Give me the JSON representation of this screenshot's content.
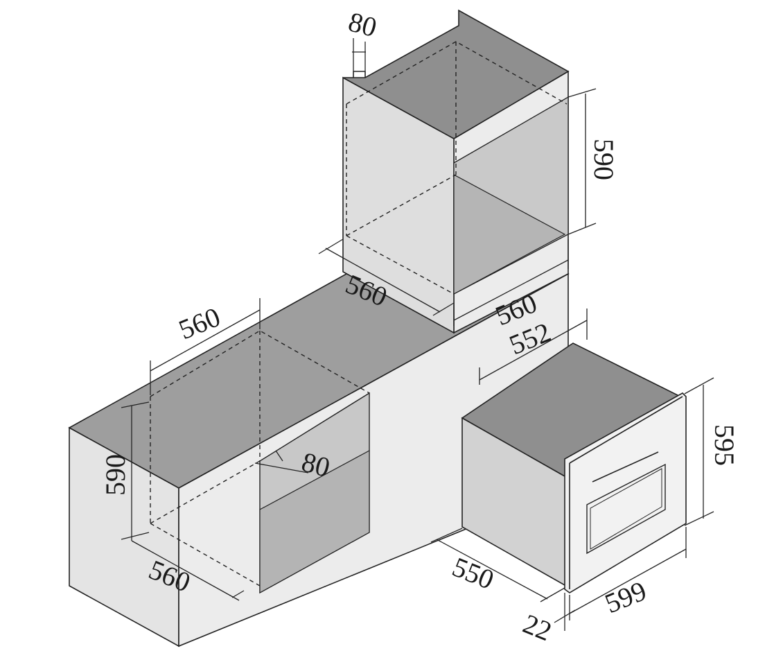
{
  "drawing": {
    "colors": {
      "top_surface": "#9b9b9b",
      "cavity_back": "#cfcfcf",
      "cavity_floor": "#bdbdbd",
      "front_face": "#ececec",
      "side_face": "#dcdcdc",
      "line": "#222222"
    }
  },
  "tall_cabinet": {
    "notch_depth": "80",
    "height": "590",
    "width": "560",
    "depth": "560"
  },
  "base_cabinet": {
    "width": "560",
    "height": "590",
    "depth": "560",
    "vent_gap": "80"
  },
  "oven": {
    "body_width": "552",
    "height": "595",
    "body_depth": "550",
    "front_width": "599",
    "front_thickness": "22"
  }
}
